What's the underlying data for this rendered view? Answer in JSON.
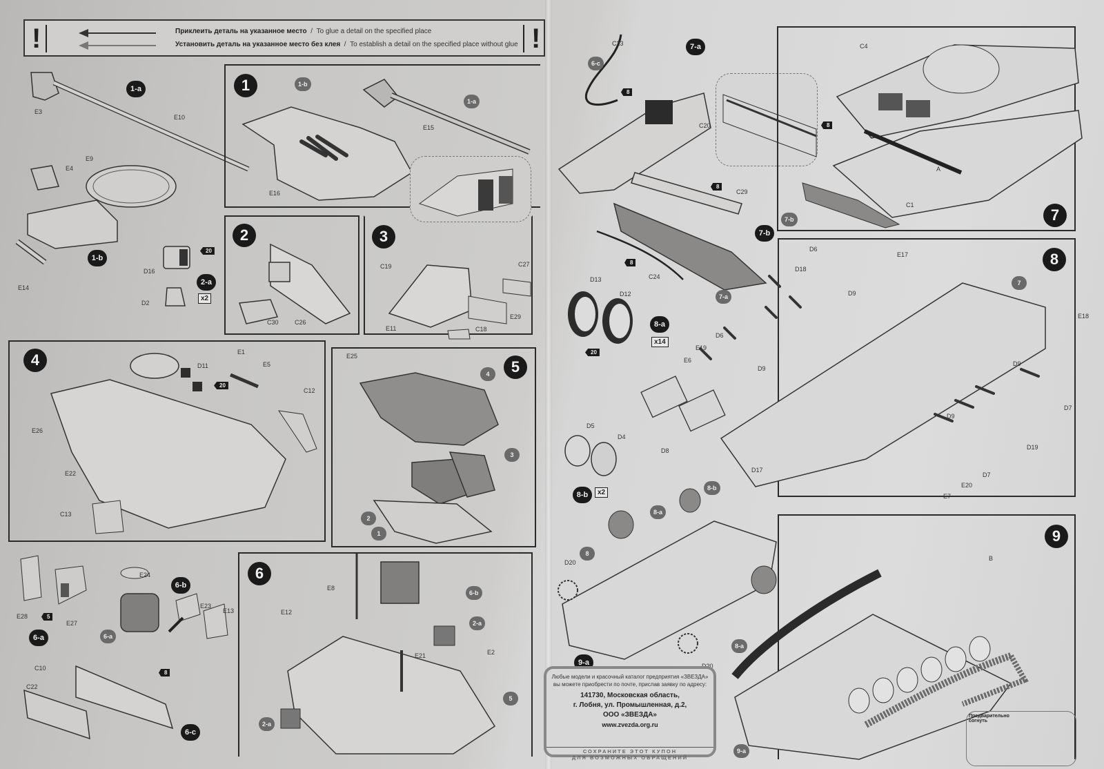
{
  "legend": {
    "glue_ru": "Приклеить деталь на указанное место",
    "glue_en": "To glue a detail on the specified place",
    "noglue_ru": "Установить деталь на указанное место без клея",
    "noglue_en": "To establish a detail on the specified place without glue",
    "separator": "/",
    "warning_symbol": "!"
  },
  "steps": {
    "s1": {
      "number": "1",
      "subs": [
        "1-a",
        "1-b"
      ],
      "parts": [
        "E15",
        "E16"
      ]
    },
    "s1a": {
      "label": "1-a",
      "parts": [
        "E3",
        "E10"
      ]
    },
    "s1b": {
      "label": "1-b",
      "parts": [
        "E9",
        "E4",
        "E14"
      ]
    },
    "s2a": {
      "label": "2-a",
      "multiplier": "x2",
      "paint": "20",
      "parts": [
        "D16",
        "D2"
      ]
    },
    "s2": {
      "number": "2",
      "parts": [
        "C30",
        "C26"
      ]
    },
    "s3": {
      "number": "3",
      "parts": [
        "C19",
        "C27",
        "E29",
        "C18",
        "E11"
      ]
    },
    "s4": {
      "number": "4",
      "paint": "20",
      "parts": [
        "E1",
        "D11",
        "E5",
        "C12",
        "E26",
        "E22",
        "C13"
      ]
    },
    "s5": {
      "number": "5",
      "parts": [
        "E25"
      ],
      "refs": [
        "4",
        "3",
        "2",
        "1"
      ]
    },
    "s6a": {
      "label": "6-a",
      "paint": "5",
      "parts": [
        "E28",
        "E27"
      ]
    },
    "s6b": {
      "label": "6-b",
      "paint": "8",
      "ref": "6-a",
      "parts": [
        "E24",
        "E23",
        "E13"
      ]
    },
    "s6c": {
      "label": "6-c",
      "parts": [
        "C10",
        "C22"
      ]
    },
    "s6": {
      "number": "6",
      "refs": [
        "6-b",
        "2-a",
        "2-a",
        "5"
      ],
      "parts": [
        "E8",
        "E12",
        "E21",
        "E2"
      ]
    },
    "s7a": {
      "label": "7-a",
      "ref": "6-c",
      "paint": "8",
      "parts": [
        "C23",
        "C20"
      ]
    },
    "s7b": {
      "label": "7-b",
      "paint": "8",
      "ref": "7-a",
      "parts": [
        "C29",
        "C24"
      ]
    },
    "s7": {
      "number": "7",
      "paint": "8",
      "ref": "7-b",
      "parts": [
        "C4",
        "A",
        "C1"
      ]
    },
    "s8a": {
      "label": "8-a",
      "multiplier": "x14",
      "paint": "20",
      "parts": [
        "D13",
        "D12"
      ]
    },
    "s8b": {
      "label": "8-b",
      "multiplier": "x2",
      "parts": [
        "D5",
        "D4"
      ]
    },
    "s8": {
      "number": "8",
      "ref": "7",
      "parts": [
        "D6",
        "E17",
        "D18",
        "D9",
        "E18",
        "D6",
        "E19",
        "E6",
        "D9",
        "D8",
        "D17",
        "D9",
        "D7",
        "D19",
        "D9",
        "D7",
        "E20",
        "E7"
      ]
    },
    "s9a": {
      "label": "9-a",
      "refs": [
        "8-b",
        "8-a",
        "8",
        "8-a"
      ],
      "parts": [
        "D20",
        "D20"
      ]
    },
    "s9": {
      "number": "9",
      "ref": "9-a",
      "parts": [
        "B"
      ],
      "note": "Предварительно согнуть"
    }
  },
  "coupon": {
    "line1": "Любые модели и красочный каталог предприятия «ЗВЕЗДА»",
    "line2": "вы можете приобрести по почте, прислав заявку по адресу:",
    "address1": "141730, Московская область,",
    "address2": "г. Лобня, ул. Промышленная, д.2,",
    "company": "ООО «ЗВЕЗДА»",
    "website": "www.zvezda.org.ru",
    "footer1": "СОХРАНИТЕ ЭТОТ КУПОН",
    "footer2": "ДЛЯ ВОЗМОЖНЫХ ОБРАЩЕНИЙ"
  }
}
